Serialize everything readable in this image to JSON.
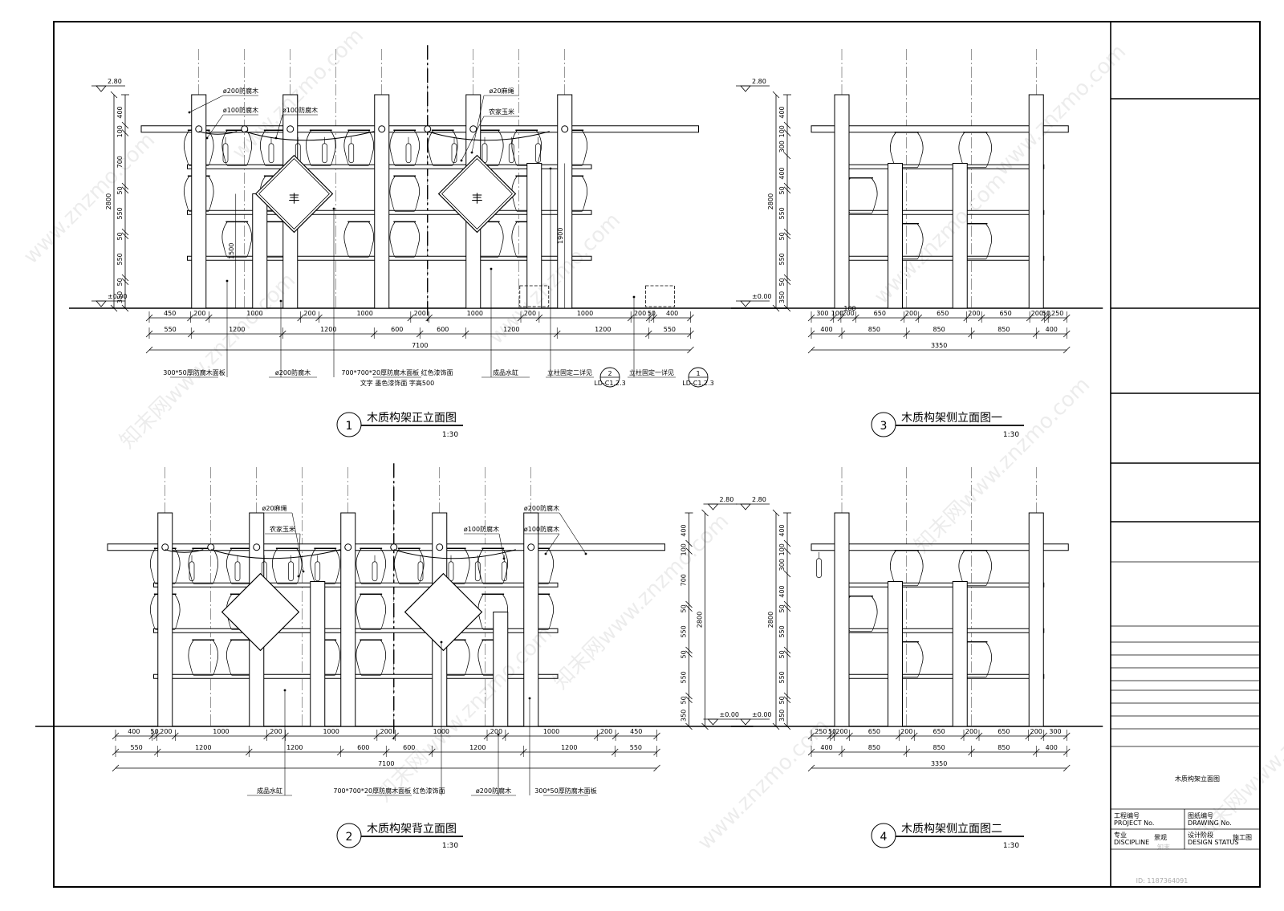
{
  "drawings": [
    {
      "number": "1",
      "title": "木质构架正立面图",
      "scale": "1:30",
      "level_top": "2.80",
      "level_base": "±0.00",
      "labels": [
        "ø200防腐木",
        "ø100防腐木",
        "ø100防腐木",
        "ø20麻绳",
        "农家玉米",
        "300*50厚防腐木面板",
        "ø200防腐木",
        "700*700*20厚防腐木面板 红色漆饰面",
        "文字 墨色漆饰面 字高500",
        "成品水缸",
        "立柱固定二详见",
        "立柱固定一详见"
      ],
      "detail_refs": [
        {
          "num": "2",
          "sheet": "LD-C1.2.3"
        },
        {
          "num": "1",
          "sheet": "LD-C1.2.3"
        }
      ],
      "sign_char": "丰",
      "vertical_dims": [
        "400",
        "100",
        "700",
        "50",
        "550",
        "50",
        "550",
        "50",
        "350"
      ],
      "height_total": "2800",
      "post_heights": [
        "1500",
        "1900"
      ],
      "dims_row1": [
        "450",
        "200",
        "1000",
        "200",
        "1000",
        "200",
        "1000",
        "200",
        "1000",
        "200",
        "50",
        "400"
      ],
      "dims_row2": [
        "550",
        "1200",
        "1200",
        "600",
        "600",
        "1200",
        "1200",
        "550"
      ],
      "total": "7100"
    },
    {
      "number": "2",
      "title": "木质构架背立面图",
      "scale": "1:30",
      "level_top": "2.80",
      "level_base": "±0.00",
      "labels": [
        "ø20麻绳",
        "农家玉米",
        "ø100防腐木",
        "ø200防腐木",
        "ø100防腐木",
        "成品水缸",
        "700*700*20厚防腐木面板 红色漆饰面",
        "ø200防腐木",
        "300*50厚防腐木面板"
      ],
      "vertical_dims": [
        "400",
        "100",
        "700",
        "50",
        "550",
        "50",
        "550",
        "50",
        "350"
      ],
      "height_total": "2800",
      "dims_row1": [
        "400",
        "50",
        "200",
        "1000",
        "200",
        "1000",
        "200",
        "1000",
        "200",
        "1000",
        "200",
        "450"
      ],
      "dims_row2": [
        "550",
        "1200",
        "1200",
        "600",
        "600",
        "1200",
        "1200",
        "550"
      ],
      "total": "7100"
    },
    {
      "number": "3",
      "title": "木质构架侧立面图一",
      "scale": "1:30",
      "level_top": "2.80",
      "level_base": "±0.00",
      "vertical_dims": [
        "400",
        "100",
        "300",
        "400",
        "50",
        "550",
        "50",
        "550",
        "50",
        "350"
      ],
      "height_total": "2800",
      "dims_row1": [
        "300",
        "100",
        "200",
        "650",
        "200",
        "650",
        "200",
        "650",
        "200",
        "50",
        "250"
      ],
      "dims_row2": [
        "400",
        "850",
        "850",
        "850",
        "400"
      ],
      "total": "3350",
      "extra": "100"
    },
    {
      "number": "4",
      "title": "木质构架侧立面图二",
      "scale": "1:30",
      "level_top": "2.80",
      "level_base": "±0.00",
      "vertical_dims": [
        "400",
        "100",
        "300",
        "400",
        "50",
        "550",
        "50",
        "550",
        "50",
        "350"
      ],
      "height_total": "2800",
      "dims_row1": [
        "250",
        "50",
        "200",
        "650",
        "200",
        "650",
        "200",
        "650",
        "200",
        "300"
      ],
      "dims_row2": [
        "400",
        "850",
        "850",
        "850",
        "400"
      ],
      "total": "3350"
    }
  ],
  "title_block": {
    "sheet_title": "木质构架立面图",
    "project_no_label": "工程编号",
    "project_no_en": "PROJECT No.",
    "drawing_no_label": "图纸编号",
    "drawing_no_en": "DRAWING No.",
    "discipline_label": "专业",
    "discipline_en": "DISCIPLINE",
    "discipline_value": "景观",
    "design_label": "设计阶段",
    "design_en": "DESIGN STATUS",
    "design_value": "施工图"
  },
  "watermarks": {
    "site": "www.znzmo.com",
    "brand": "知末网",
    "logo": "知末",
    "id_text": "ID: 1187364091"
  }
}
